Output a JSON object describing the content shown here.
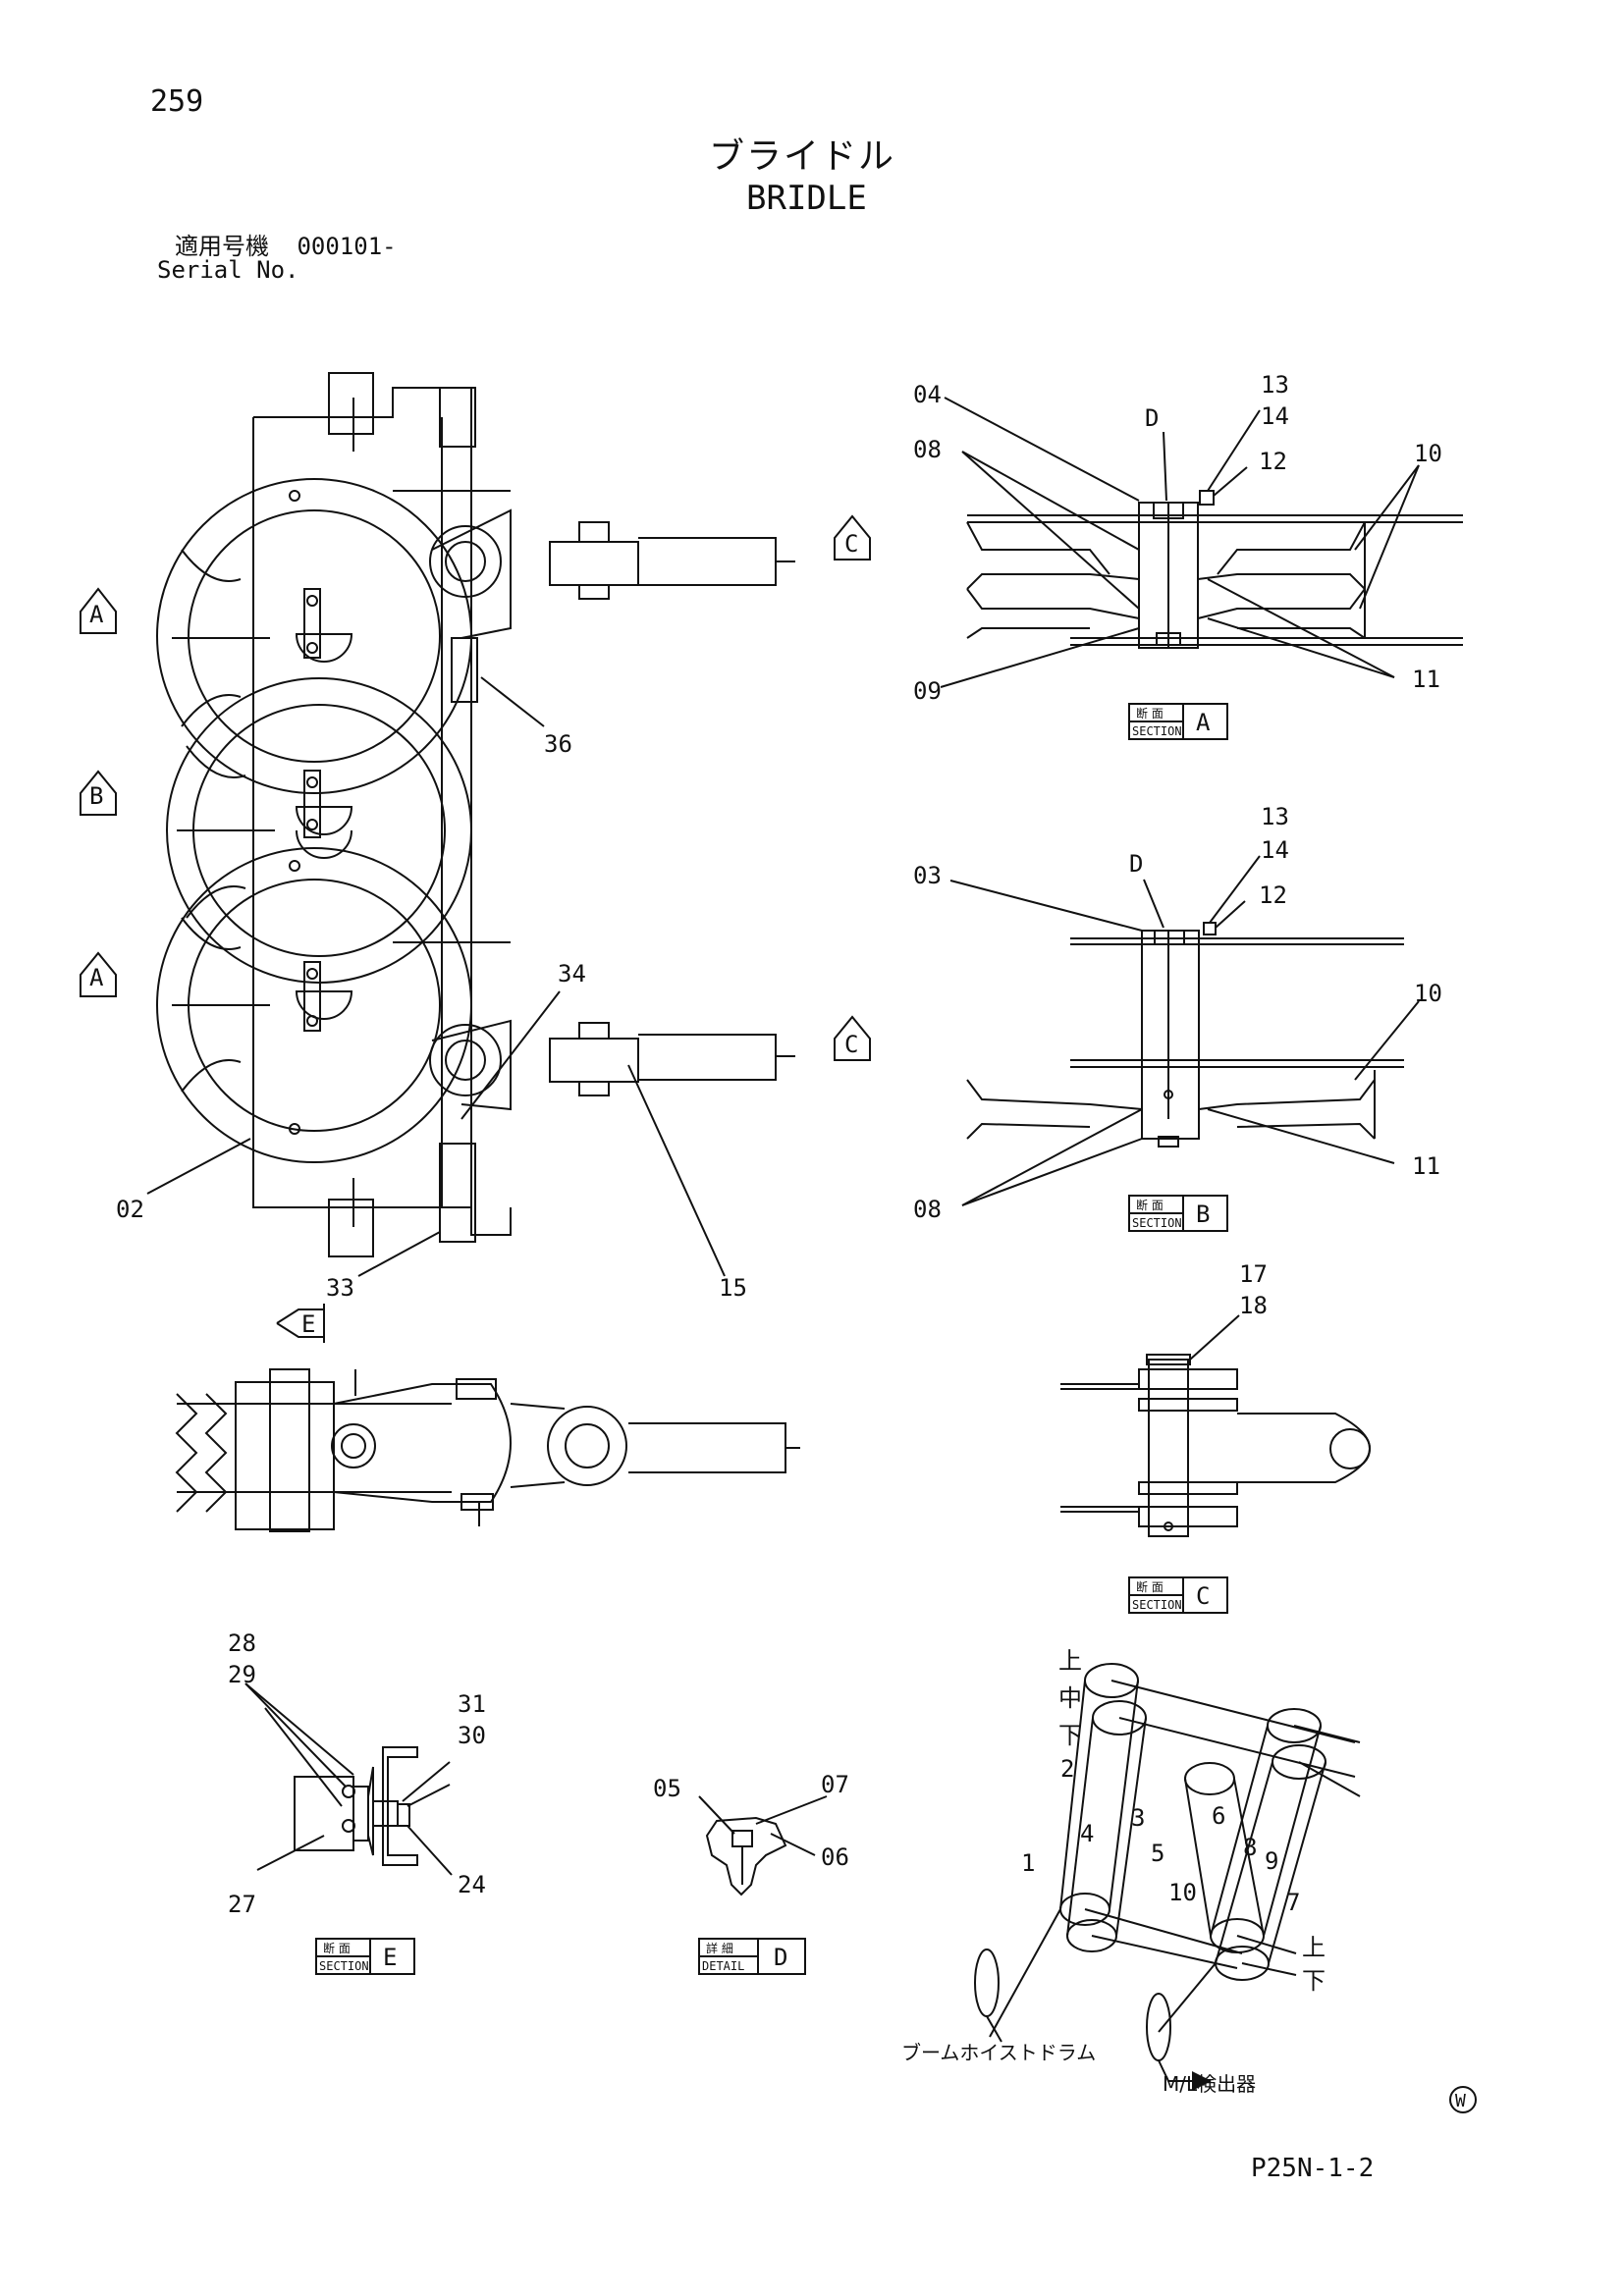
{
  "page": {
    "number": "259",
    "title_jp": "ブライドル",
    "title_en": "BRIDLE",
    "serial_jp": "適用号機",
    "serial_value": "000101-",
    "serial_en": "Serial No.",
    "footer_code": "P25N-1-2"
  },
  "section_marks": {
    "a1": "A",
    "b": "B",
    "a2": "A",
    "c1": "C",
    "c2": "C",
    "e": "E"
  },
  "main_view": {
    "labels": {
      "l02": "02",
      "l33": "33",
      "l15": "15",
      "l34": "34",
      "l36": "36"
    }
  },
  "section_a": {
    "labels": {
      "l04": "04",
      "lD": "D",
      "l13": "13",
      "l14": "14",
      "l12": "12",
      "l10": "10",
      "l08": "08",
      "l09": "09",
      "l11": "11"
    },
    "caption_jp": "断 面",
    "caption_en": "SECTION",
    "caption_letter": "A"
  },
  "section_b": {
    "labels": {
      "l03": "03",
      "lD": "D",
      "l13": "13",
      "l14": "14",
      "l12": "12",
      "l10": "10",
      "l08": "08",
      "l11": "11"
    },
    "caption_jp": "断 面",
    "caption_en": "SECTION",
    "caption_letter": "B"
  },
  "section_c": {
    "labels": {
      "l17": "17",
      "l18": "18"
    },
    "caption_jp": "断 面",
    "caption_en": "SECTION",
    "caption_letter": "C"
  },
  "section_e": {
    "labels": {
      "l28": "28",
      "l29": "29",
      "l31": "31",
      "l30": "30",
      "l27": "27",
      "l24": "24"
    },
    "caption_jp": "断 面",
    "caption_en": "SECTION",
    "caption_letter": "E"
  },
  "detail_d": {
    "labels": {
      "l05": "05",
      "l07": "07",
      "l06": "06"
    },
    "caption_jp": "詳 細",
    "caption_en": "DETAIL",
    "caption_letter": "D"
  },
  "reeving": {
    "top_label": "上",
    "mid_label": "中",
    "bottom_label": "下",
    "numbers": [
      "1",
      "2",
      "3",
      "4",
      "5",
      "6",
      "7",
      "8",
      "9",
      "10"
    ],
    "lower_top": "上",
    "lower_bottom": "下",
    "drum_label": "ブームホイストドラム",
    "detector_label": "M/L検出器"
  },
  "mark_w": "W"
}
